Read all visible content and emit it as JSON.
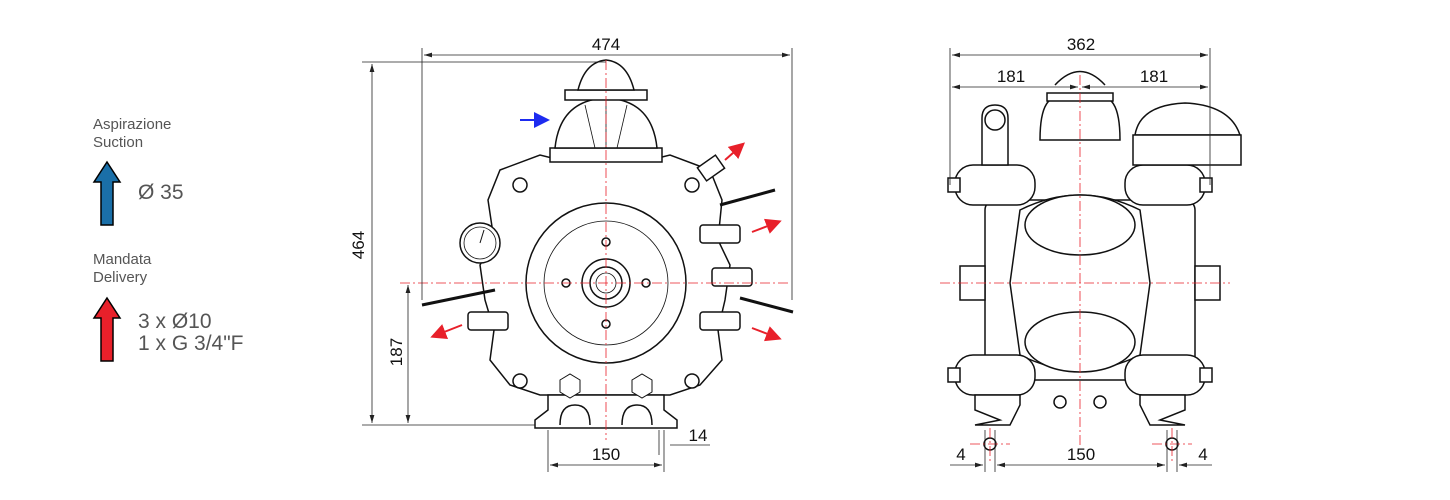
{
  "legend": {
    "suction": {
      "label_it": "Aspirazione",
      "label_en": "Suction",
      "size": "Ø 35",
      "arrow_color": "#1a6fa8"
    },
    "delivery": {
      "label_it": "Mandata",
      "label_en": "Delivery",
      "size_line1": "3 x Ø10",
      "size_line2": "1 x G 3/4\"F",
      "arrow_color": "#e8202a"
    }
  },
  "front_view": {
    "width_dim": "474",
    "height_dim": "464",
    "axis_height_dim": "187",
    "foot_width_dim": "150",
    "foot_thickness_dim": "14"
  },
  "side_view": {
    "width_dim": "362",
    "half_left_dim": "181",
    "half_right_dim": "181",
    "hole_spacing_dim": "150",
    "left_offset_dim": "4",
    "right_offset_dim": "4"
  },
  "colors": {
    "centerline": "#e8202a",
    "suction_arrow": "#1d2bf0",
    "delivery_arrow": "#e8202a"
  }
}
